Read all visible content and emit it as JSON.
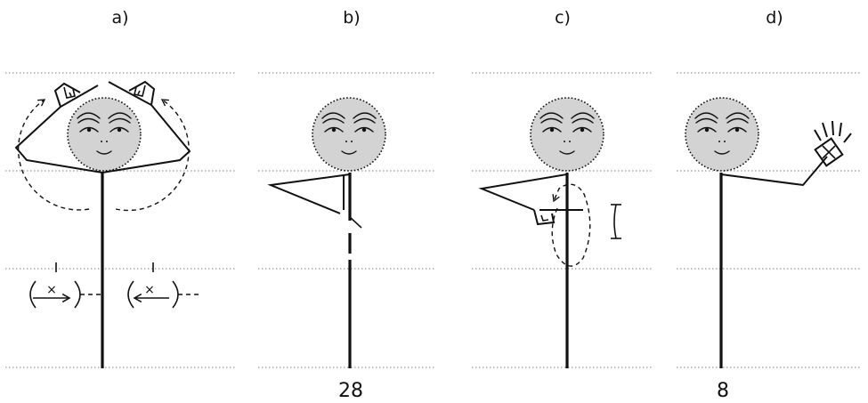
{
  "panels": [
    {
      "label": "a)",
      "number": ""
    },
    {
      "label": "b)",
      "number": "28"
    },
    {
      "label": "c)",
      "number": ""
    },
    {
      "label": "d)",
      "number": "8"
    }
  ],
  "movement_symbol": "×"
}
